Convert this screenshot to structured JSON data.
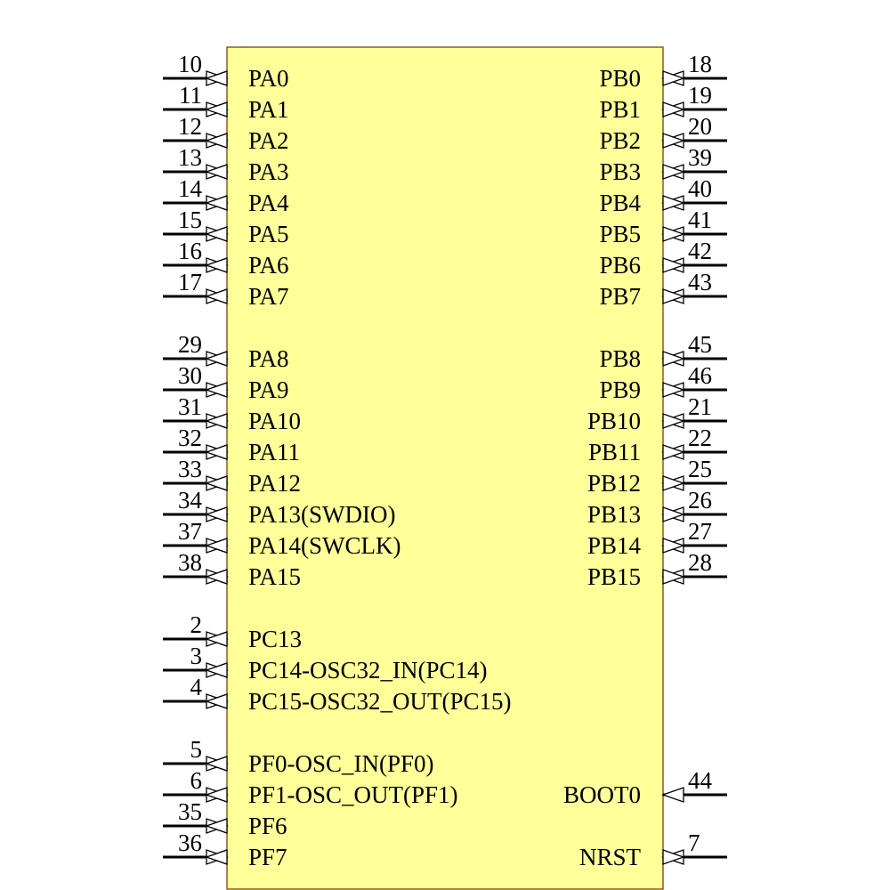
{
  "component": {
    "body_color": "#ffff99",
    "border_color": "#7f3f00"
  },
  "pins": {
    "left": [
      {
        "num": "10",
        "label": "PA0",
        "arrow": "bidirectional"
      },
      {
        "num": "11",
        "label": "PA1",
        "arrow": "bidirectional"
      },
      {
        "num": "12",
        "label": "PA2",
        "arrow": "bidirectional"
      },
      {
        "num": "13",
        "label": "PA3",
        "arrow": "bidirectional"
      },
      {
        "num": "14",
        "label": "PA4",
        "arrow": "bidirectional"
      },
      {
        "num": "15",
        "label": "PA5",
        "arrow": "bidirectional"
      },
      {
        "num": "16",
        "label": "PA6",
        "arrow": "bidirectional"
      },
      {
        "num": "17",
        "label": "PA7",
        "arrow": "bidirectional"
      },
      {
        "num": "29",
        "label": "PA8",
        "arrow": "bidirectional"
      },
      {
        "num": "30",
        "label": "PA9",
        "arrow": "bidirectional"
      },
      {
        "num": "31",
        "label": "PA10",
        "arrow": "bidirectional"
      },
      {
        "num": "32",
        "label": "PA11",
        "arrow": "bidirectional"
      },
      {
        "num": "33",
        "label": "PA12",
        "arrow": "bidirectional"
      },
      {
        "num": "34",
        "label": "PA13(SWDIO)",
        "arrow": "bidirectional"
      },
      {
        "num": "37",
        "label": "PA14(SWCLK)",
        "arrow": "bidirectional"
      },
      {
        "num": "38",
        "label": "PA15",
        "arrow": "bidirectional"
      },
      {
        "num": "2",
        "label": "PC13",
        "arrow": "bidirectional"
      },
      {
        "num": "3",
        "label": "PC14-OSC32_IN(PC14)",
        "arrow": "bidirectional"
      },
      {
        "num": "4",
        "label": "PC15-OSC32_OUT(PC15)",
        "arrow": "bidirectional"
      },
      {
        "num": "5",
        "label": "PF0-OSC_IN(PF0)",
        "arrow": "bidirectional"
      },
      {
        "num": "6",
        "label": "PF1-OSC_OUT(PF1)",
        "arrow": "bidirectional"
      },
      {
        "num": "35",
        "label": "PF6",
        "arrow": "bidirectional"
      },
      {
        "num": "36",
        "label": "PF7",
        "arrow": "bidirectional"
      }
    ],
    "right": [
      {
        "num": "18",
        "label": "PB0",
        "arrow": "bidirectional"
      },
      {
        "num": "19",
        "label": "PB1",
        "arrow": "bidirectional"
      },
      {
        "num": "20",
        "label": "PB2",
        "arrow": "bidirectional"
      },
      {
        "num": "39",
        "label": "PB3",
        "arrow": "bidirectional"
      },
      {
        "num": "40",
        "label": "PB4",
        "arrow": "bidirectional"
      },
      {
        "num": "41",
        "label": "PB5",
        "arrow": "bidirectional"
      },
      {
        "num": "42",
        "label": "PB6",
        "arrow": "bidirectional"
      },
      {
        "num": "43",
        "label": "PB7",
        "arrow": "bidirectional"
      },
      {
        "num": "45",
        "label": "PB8",
        "arrow": "bidirectional"
      },
      {
        "num": "46",
        "label": "PB9",
        "arrow": "bidirectional"
      },
      {
        "num": "21",
        "label": "PB10",
        "arrow": "bidirectional"
      },
      {
        "num": "22",
        "label": "PB11",
        "arrow": "bidirectional"
      },
      {
        "num": "25",
        "label": "PB12",
        "arrow": "bidirectional"
      },
      {
        "num": "26",
        "label": "PB13",
        "arrow": "bidirectional"
      },
      {
        "num": "27",
        "label": "PB14",
        "arrow": "bidirectional"
      },
      {
        "num": "28",
        "label": "PB15",
        "arrow": "bidirectional"
      },
      {
        "num": "44",
        "label": "BOOT0",
        "arrow": "input"
      },
      {
        "num": "7",
        "label": "NRST",
        "arrow": "bidirectional"
      }
    ]
  }
}
